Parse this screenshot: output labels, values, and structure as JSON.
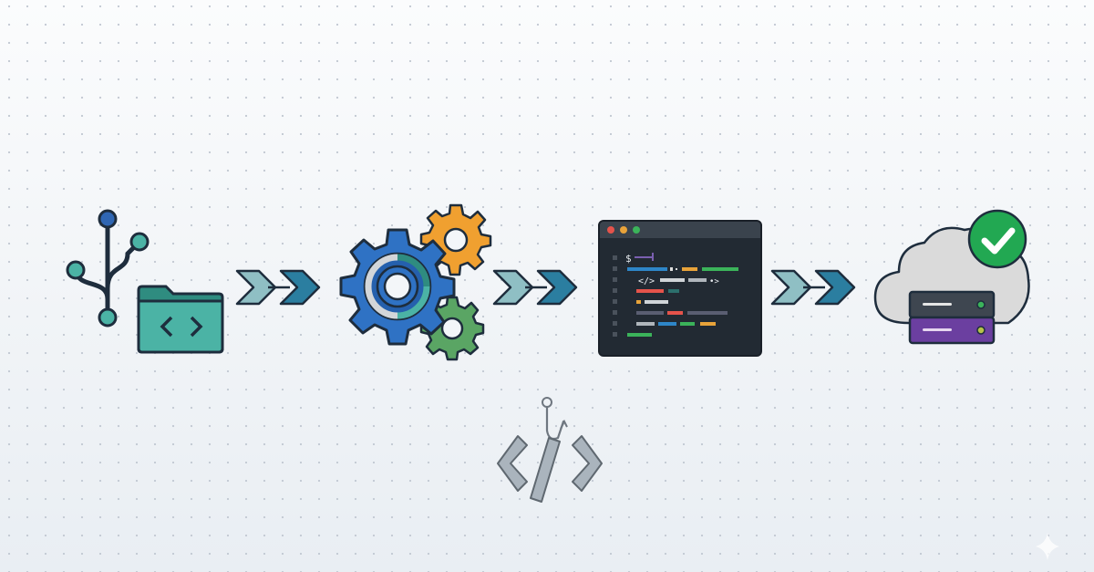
{
  "diagram": {
    "type": "pipeline",
    "stages": [
      {
        "id": "source",
        "icon": "git-branch-folder-icon",
        "description": "Source code repository (git branches + code folder)"
      },
      {
        "id": "build",
        "icon": "gears-icon",
        "description": "Build / processing gears"
      },
      {
        "id": "terminal",
        "icon": "code-terminal-icon",
        "description": "Terminal window with code",
        "prompt_symbol": "$",
        "code_tag": "</>"
      },
      {
        "id": "deploy",
        "icon": "cloud-server-check-icon",
        "description": "Cloud server deployment, verified"
      }
    ],
    "connectors": [
      {
        "from": "source",
        "to": "build",
        "icon": "double-chevron-arrow-icon"
      },
      {
        "from": "build",
        "to": "terminal",
        "icon": "double-chevron-arrow-icon"
      },
      {
        "from": "terminal",
        "to": "deploy",
        "icon": "double-chevron-arrow-icon"
      }
    ],
    "threat": {
      "icon": "hooked-code-icon",
      "description": "Fishing hook attached to code brackets",
      "code_tag": "</>"
    }
  },
  "colors": {
    "outline": "#1e2d3d",
    "teal": "#4bb3a5",
    "teal_dark": "#2f8c80",
    "blue": "#2f72c4",
    "blue_dark": "#1f5ea8",
    "orange": "#f0a030",
    "green": "#5aa564",
    "terminal_bg": "#222a33",
    "terminal_bar": "#3a434d",
    "cloud": "#dadada",
    "server_top": "#3e4650",
    "server_bottom": "#6b3fa0",
    "check": "#22a852",
    "arrow_light": "#8fbfc4",
    "arrow_dark": "#2b7ea0",
    "hook_gray": "#aab4bd"
  },
  "terminal": {
    "prompt": "$",
    "tag": "</>",
    "tag2": "•>"
  }
}
